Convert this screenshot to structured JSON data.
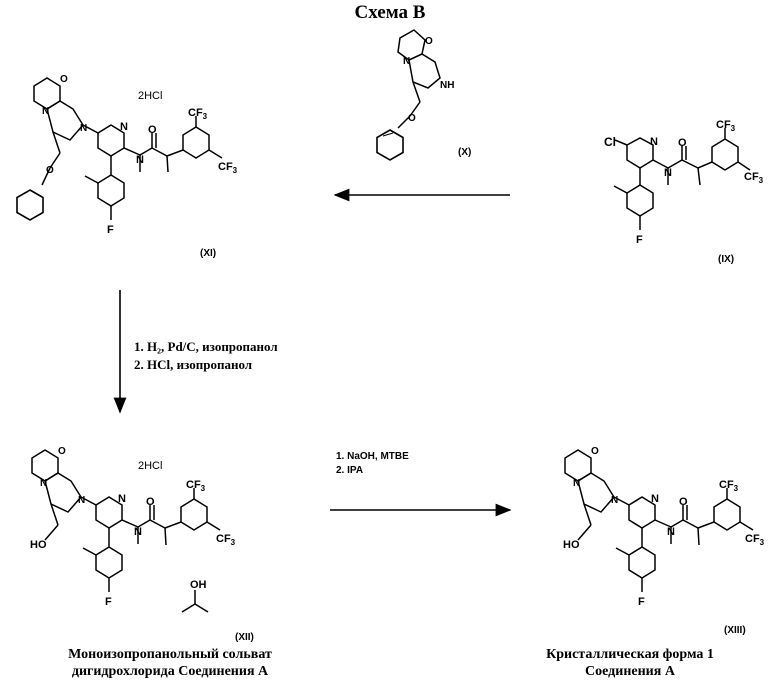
{
  "title": "Схема В",
  "compounds": {
    "X": {
      "label": "(X)"
    },
    "IX": {
      "label": "(IX)"
    },
    "XI": {
      "label": "(XI)",
      "salt": "2HCl"
    },
    "XII": {
      "label": "(XII)",
      "salt": "2HCl",
      "caption_line1": "Моноизопропанольный сольват",
      "caption_line2": "дигидрохлорида Соединения А"
    },
    "XIII": {
      "label": "(XIII)",
      "caption_line1": "Кристаллическая форма 1",
      "caption_line2": "Соединения А"
    }
  },
  "atoms": {
    "N": "N",
    "NH": "NH",
    "O": "O",
    "HO": "HO",
    "OH": "OH",
    "F": "F",
    "Cl": "Cl",
    "CF3": "CF"
  },
  "reagents": {
    "step_down_1": "1. H₂, Pd/C, изопропанол",
    "step_down_2": "2. HCl, изопропанол",
    "step_right_1": "1. NaOH, MTBE",
    "step_right_2": "2. IPA"
  }
}
